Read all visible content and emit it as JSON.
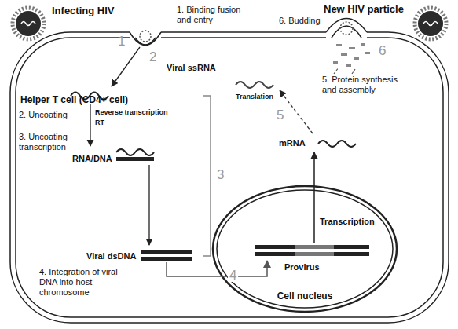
{
  "diagram": {
    "nodes": [
      {
        "text": [
          "Helper T cell (CD4+ cell)"
        ]
      },
      {
        "text": [
          "Cell nucleus"
        ],
        "in": 0
      }
    ],
    "labels": [
      "Infecting HIV",
      "1. Binding fusion and entry",
      "1",
      "New HIV particle",
      "6. Budding",
      "6",
      "2",
      "Viral ssRNA",
      "2. Uncoating",
      "Reverse transcription",
      "RT",
      "3. Uncoating transcription",
      "RNA/DNA",
      "3",
      "Viral dsDNA",
      "4. Integration of viral DNA into host chromosome",
      "4",
      "5",
      "5. Protein synthesis and assembly",
      "Translation",
      "mRNA",
      "Transcription",
      "Provirus"
    ]
  }
}
